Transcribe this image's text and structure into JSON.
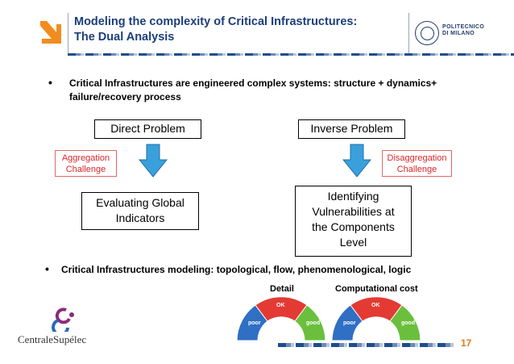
{
  "header": {
    "title_line1": "Modeling the complexity of Critical Infrastructures:",
    "title_line2": "The Dual Analysis",
    "partner_logo_lines": [
      "POLITECNICO",
      "DI MILANO"
    ]
  },
  "bullets": [
    {
      "marker": "•",
      "text": "Critical Infrastructures are engineered complex systems: structure + dynamics+ failure/recovery process"
    },
    {
      "marker": "•",
      "text": "Critical Infrastructures modeling: topological, flow, phenomenological, logic"
    }
  ],
  "diagram": {
    "direct_problem": "Direct Problem",
    "inverse_problem": "Inverse Problem",
    "aggregation_challenge": [
      "Aggregation",
      "Challenge"
    ],
    "disaggregation_challenge": [
      "Disaggregation",
      "Challenge"
    ],
    "global_indicators": [
      "Evaluating Global",
      "Indicators"
    ],
    "vulnerabilities": [
      "Identifying",
      "Vulnerabilities at",
      "the Components",
      "Level"
    ]
  },
  "gauges": {
    "detail_label": "Detail",
    "cost_label": "Computational cost",
    "segments": [
      "poor",
      "OK",
      "good"
    ],
    "colors": {
      "poor": "#2f6fc4",
      "ok": "#e33a34",
      "good": "#6abf3c"
    }
  },
  "footer": {
    "logo_text": "CentraleSupélec",
    "page_number": "17",
    "accent_color": "#e07b1a"
  },
  "colors": {
    "title": "#1c3e7a",
    "arrow": "#3aa0dc",
    "challenge_text": "#d8262a"
  }
}
